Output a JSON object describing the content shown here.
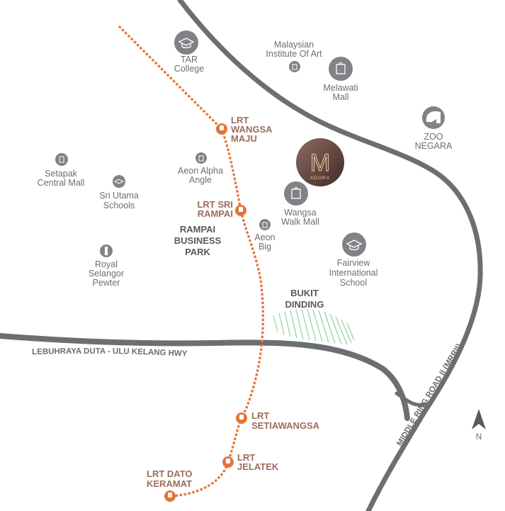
{
  "map_title": "Adora Location Map",
  "colors": {
    "road": "#6d6e71",
    "rail_line": "#e0763a",
    "station_label": "#9a6e5c",
    "poi_icon": "#808285",
    "poi_text": "#6d6e71",
    "hatch": "#8fd8a8",
    "landmark_dark": "#4a332d",
    "landmark_light": "#8d6c62",
    "landmark_text": "#f0c9a8"
  },
  "landmark": {
    "logo_letter": "M",
    "name": "ADORA",
    "icon": "adora-logo"
  },
  "roads": {
    "duta_ulu_kelang": "LEBUHRAYA DUTA - ULU KELANG HWY",
    "mrr2": "MIDDLE RING ROAD II (MRRII)"
  },
  "stations": [
    {
      "id": "wangsa-maju",
      "lines": [
        "LRT",
        "WANGSA",
        "MAJU"
      ],
      "icon": "train-icon"
    },
    {
      "id": "sri-rampai",
      "lines": [
        "LRT SRI",
        "RAMPAI"
      ],
      "icon": "train-icon"
    },
    {
      "id": "setiawangsa",
      "lines": [
        "LRT",
        "SETIAWANGSA"
      ],
      "icon": "train-icon"
    },
    {
      "id": "jelatek",
      "lines": [
        "LRT",
        "JELATEK"
      ],
      "icon": "train-icon"
    },
    {
      "id": "dato-keramat",
      "lines": [
        "LRT DATO",
        "KERAMAT"
      ],
      "icon": "train-icon"
    }
  ],
  "pois": [
    {
      "id": "tar-college",
      "lines": [
        "TAR",
        "College"
      ],
      "icon": "graduation-cap-icon"
    },
    {
      "id": "malaysian-institute-of-art",
      "lines": [
        "Malaysian",
        "Institute Of Art"
      ],
      "icon": "shopping-bag-icon"
    },
    {
      "id": "melawati-mall",
      "lines": [
        "Melawati",
        "Mall"
      ],
      "icon": "shopping-bag-icon"
    },
    {
      "id": "zoo-negara",
      "lines": [
        "ZOO",
        "NEGARA"
      ],
      "icon": "elephant-icon"
    },
    {
      "id": "setapak-central-mall",
      "lines": [
        "Setapak",
        "Central Mall"
      ],
      "icon": "shopping-bag-icon"
    },
    {
      "id": "sri-utama-schools",
      "lines": [
        "Sri Utama",
        "Schools"
      ],
      "icon": "graduation-cap-icon"
    },
    {
      "id": "aeon-alpha-angle",
      "lines": [
        "Aeon Alpha",
        "Angle"
      ],
      "icon": "shopping-bag-icon"
    },
    {
      "id": "wangsa-walk-mall",
      "lines": [
        "Wangsa",
        "Walk Mall"
      ],
      "icon": "shopping-bag-icon"
    },
    {
      "id": "aeon-big",
      "lines": [
        "Aeon",
        "Big"
      ],
      "icon": "shopping-bag-icon"
    },
    {
      "id": "royal-selangor-pewter",
      "lines": [
        "Royal",
        "Selangor",
        "Pewter"
      ],
      "icon": "pewter-tankard-icon"
    },
    {
      "id": "fairview-international-school",
      "lines": [
        "Fairview",
        "International",
        "School"
      ],
      "icon": "graduation-cap-icon"
    }
  ],
  "areas": [
    {
      "id": "rampai-business-park",
      "lines": [
        "RAMPAI",
        "BUSINESS",
        "PARK"
      ]
    },
    {
      "id": "bukit-dinding",
      "lines": [
        "BUKIT",
        "DINDING"
      ]
    }
  ],
  "compass": {
    "label": "N",
    "icon": "north-arrow-icon"
  }
}
